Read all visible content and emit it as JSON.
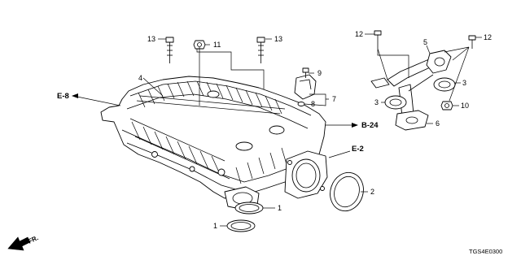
{
  "callouts": {
    "c1a": "1",
    "c1b": "1",
    "c2": "2",
    "c3a": "3",
    "c3b": "3",
    "c4": "4",
    "c5": "5",
    "c6": "6",
    "c7": "7",
    "c8": "8",
    "c9": "9",
    "c10": "10",
    "c11": "11",
    "c12a": "12",
    "c12b": "12",
    "c13a": "13",
    "c13b": "13"
  },
  "references": {
    "e8": "E-8",
    "e2": "E-2",
    "b24": "B-24"
  },
  "direction_label": "FR.",
  "diagram_code": "TGS4E0300"
}
